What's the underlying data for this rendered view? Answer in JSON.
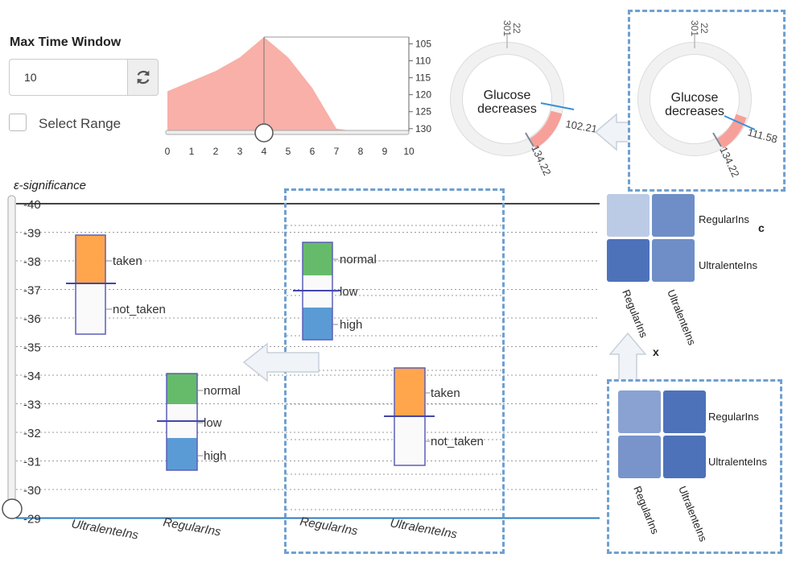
{
  "controls": {
    "max_time_window_label": "Max Time Window",
    "max_time_window_value": "10",
    "select_range_label": "Select Range"
  },
  "time_chart": {
    "x_ticks": [
      "0",
      "1",
      "2",
      "3",
      "4",
      "5",
      "6",
      "7",
      "8",
      "9",
      "10"
    ],
    "y_ticks": [
      "105",
      "110",
      "115",
      "120",
      "125",
      "130"
    ]
  },
  "gauges": [
    {
      "center_text": [
        "Glucose",
        "decreases"
      ],
      "top_labels": [
        "301",
        "22"
      ],
      "upper_value": "102.21",
      "lower_value": "134.22"
    },
    {
      "center_text": [
        "Glucose",
        "decreases"
      ],
      "top_labels": [
        "301",
        "22"
      ],
      "upper_value": "111.58",
      "lower_value": "134.22"
    }
  ],
  "significance_axis": {
    "title": "ε-significance",
    "ticks": [
      "-40",
      "-39",
      "-38",
      "-37",
      "-36",
      "-35",
      "-34",
      "-33",
      "-32",
      "-31",
      "-30",
      "-29"
    ]
  },
  "bottom_labels": {
    "left": [
      "UltralenteIns",
      "RegularIns"
    ],
    "right": [
      "RegularIns",
      "UltralenteIns"
    ]
  },
  "stack_labels": {
    "taken": "taken",
    "not_taken": "not_taken",
    "normal": "normal",
    "low": "low",
    "high": "high"
  },
  "matrices": {
    "top_row_labels": [
      "RegularIns",
      "UltralenteIns"
    ],
    "top_col_labels": [
      "RegularIns",
      "UltralenteIns"
    ],
    "top_marker_c": "c",
    "top_marker_x": "x",
    "bottom_row_labels": [
      "RegularIns",
      "UltralenteIns"
    ],
    "bottom_col_labels": [
      "RegularIns",
      "UltralenteIns"
    ]
  },
  "chart_data": [
    {
      "type": "area",
      "x": [
        0,
        1,
        2,
        3,
        4,
        5,
        6,
        7,
        8,
        9,
        10
      ],
      "y": [
        119,
        116,
        113,
        109,
        103,
        109,
        118,
        130,
        131,
        131,
        131
      ],
      "xlim": [
        0,
        10
      ],
      "ylim": [
        131,
        103
      ],
      "selected_x": 4,
      "color": "#f8b0a8"
    },
    {
      "type": "bar",
      "categories": [
        "UltralenteIns",
        "RegularIns"
      ],
      "stacks": [
        {
          "name": "UltralenteIns",
          "top": -38.9,
          "bottom": -35.3,
          "marker": -37.1,
          "segments": [
            {
              "label": "taken",
              "from": -38.9,
              "to": -37.1,
              "color": "#ffa64d"
            },
            {
              "label": "not_taken",
              "from": -37.1,
              "to": -35.3,
              "color": "#fafafa"
            }
          ]
        },
        {
          "name": "RegularIns",
          "top": -33.9,
          "bottom": -30.6,
          "marker": -32.1,
          "segments": [
            {
              "label": "normal",
              "from": -33.9,
              "to": -32.9,
              "color": "#66bb6a"
            },
            {
              "label": "low",
              "from": -32.9,
              "to": -31.8,
              "color": "#fafafa"
            },
            {
              "label": "high",
              "from": -31.8,
              "to": -30.6,
              "color": "#5b9bd5"
            }
          ]
        }
      ],
      "ylim": [
        -40,
        -29
      ],
      "ylabel": "ε-significance"
    },
    {
      "type": "bar",
      "categories": [
        "RegularIns",
        "UltralenteIns"
      ],
      "stacks": [
        {
          "name": "RegularIns",
          "segments": [
            {
              "label": "normal",
              "color": "#66bb6a"
            },
            {
              "label": "low",
              "color": "#fafafa"
            },
            {
              "label": "high",
              "color": "#5b9bd5"
            }
          ]
        },
        {
          "name": "UltralenteIns",
          "segments": [
            {
              "label": "taken",
              "color": "#ffa64d"
            },
            {
              "label": "not_taken",
              "color": "#fafafa"
            }
          ]
        }
      ]
    },
    {
      "type": "heatmap",
      "rows": [
        "RegularIns",
        "UltralenteIns"
      ],
      "cols": [
        "RegularIns",
        "UltralenteIns"
      ],
      "values": [
        [
          0.2,
          0.65
        ],
        [
          0.85,
          0.65
        ]
      ]
    },
    {
      "type": "heatmap",
      "rows": [
        "RegularIns",
        "UltralenteIns"
      ],
      "cols": [
        "RegularIns",
        "UltralenteIns"
      ],
      "values": [
        [
          0.5,
          0.85
        ],
        [
          0.6,
          0.85
        ]
      ]
    }
  ]
}
